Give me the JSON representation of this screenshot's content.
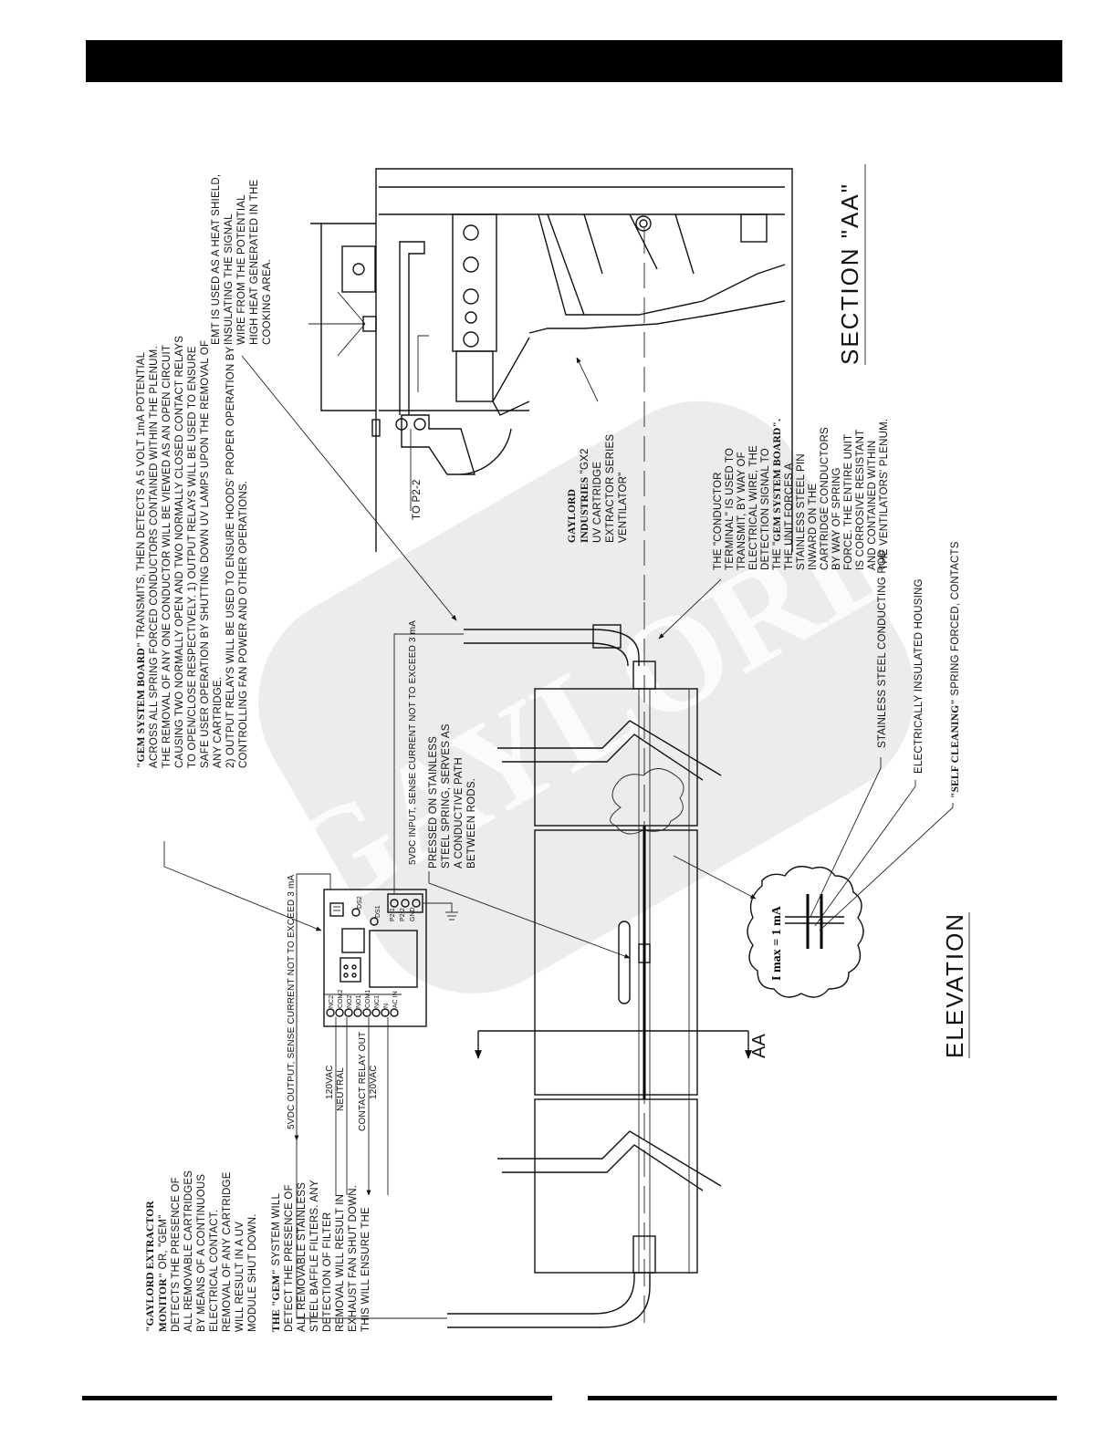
{
  "watermark": "GAYLORD",
  "views": {
    "elevation": "ELEVATION",
    "section": "SECTION \"AA\""
  },
  "section_marker": "AA",
  "top_note": {
    "lines": [
      [
        "\"GEM SYSTEM BOARD\"",
        " TRANSMITS, THEN DETECTS A 5 VOLT 1mA POTENTIAL"
      ],
      [
        "",
        "ACROSS ALL SPRING FORCED CONDUCTORS CONTAINED WITHIN THE PLENUM."
      ],
      [
        "",
        "THE REMOVAL OF ANY ONE CONDUCTOR WILL BE VIEWED AS AN OPEN CIRCUIT"
      ],
      [
        "",
        "CAUSING TWO NORMALLY OPEN AND TWO NORMALLY CLOSED CONTACT RELAYS"
      ],
      [
        "",
        "TO OPEN/CLOSE RESPECTIVELY.  1) OUTPUT RELAYS WILL BE USED TO ENSURE"
      ],
      [
        "",
        "SAFE USER OPERATION BY SHUTTING DOWN UV LAMPS UPON THE REMOVAL OF"
      ],
      [
        "",
        "ANY CARTRIDGE."
      ],
      [
        "",
        "2)  OUTPUT RELAYS WILL BE USED TO ENSURE HOODS' PROPER OPERATION BY"
      ],
      [
        "",
        "CONTROLLING FAN POWER AND OTHER OPERATIONS."
      ]
    ]
  },
  "emt_note": [
    "EMT IS USED AS A HEAT SHIELD,",
    "INSULATING THE SIGNAL",
    "WIRE FROM THE POTENTIAL",
    "HIGH HEAT GENERATED IN THE",
    "COOKING AREA."
  ],
  "to_p22": "TO P2-2",
  "gaylord_label": [
    [
      "GAYLORD",
      ""
    ],
    [
      "INDUSTRIES",
      " \"GX2"
    ],
    [
      "",
      "UV CARTRIDGE"
    ],
    [
      "",
      "EXTRACTOR SERIES"
    ],
    [
      "",
      "VENTILATOR\""
    ]
  ],
  "conductor_note": [
    [
      "",
      "THE \"CONDUCTOR"
    ],
    [
      "",
      "TERMINAL\" IS USED TO"
    ],
    [
      "",
      "TRANSMIT, BY WAY OF"
    ],
    [
      "",
      "ELECTRICAL WIRE, THE"
    ],
    [
      "",
      "DETECTION SIGNAL TO"
    ],
    [
      "THE \"",
      "GEM SYSTEM BOARD\"."
    ],
    [
      "",
      "THE UNIT FORCES A"
    ],
    [
      "",
      "STAINLESS STEEL PIN"
    ],
    [
      "",
      "INWARD ON THE"
    ],
    [
      "",
      "CARTRIDGE CONDUCTORS"
    ],
    [
      "",
      "BY WAY OF SPRING"
    ],
    [
      "",
      "FORCE.  THE ENTIRE UNIT"
    ],
    [
      "",
      "IS CORROSIVE RESISTANT"
    ],
    [
      "",
      "AND CONTAINED WITHIN"
    ],
    [
      "",
      "THE VENTILATORS' PLENUM."
    ]
  ],
  "callouts": {
    "rod": "STAINLESS STEEL CONDUCTING ROD",
    "housing": "ELECTRICALLY INSULATED HOUSING",
    "self_cleaning_bold": "\"SELF CLEANING\"",
    "self_cleaning_rest": " SPRING FORCED, CONTACTS",
    "input": "5VDC INPUT, SENSE CURRENT NOT TO EXCEED 3 mA",
    "output": "5VDC OUTPUT, SENSE CURRENT NOT TO EXCEED 3 mA",
    "pressed": [
      "PRESSED ON STAINLESS",
      "STEEL SPRING, SERVES AS",
      "A CONDUCTIVE PATH",
      "BETWEEN RODS."
    ],
    "detail": "I max = 1 mA"
  },
  "wires": {
    "vac1": "120VAC",
    "neutral": "NEUTRAL",
    "relay": "CONTACT RELAY OUT",
    "vac2": "120VAC"
  },
  "board": {
    "left_terminals": [
      "NC2",
      "COM2",
      "NO2",
      "NO1",
      "COM1",
      "NC1",
      "N",
      "AC IN"
    ],
    "right_terminals": [
      "P2-1",
      "P2-2",
      "GND"
    ],
    "leds": [
      "DS2",
      "DS1"
    ]
  },
  "gem_note": {
    "para1": [
      [
        "\"GAYLORD EXTRACTOR",
        ""
      ],
      [
        "MONITOR\"",
        " OR, \"GEM\""
      ],
      [
        "",
        "DETECTS THE PRESENCE OF"
      ],
      [
        "",
        "ALL REMOVABLE CARTRIDGES"
      ],
      [
        "",
        "BY MEANS OF A CONTINUOUS"
      ],
      [
        "",
        "ELECTRICAL CONTACT."
      ],
      [
        "",
        "REMOVAL OF ANY CARTRIDGE"
      ],
      [
        "",
        "WILL RESULT IN A UV"
      ],
      [
        "",
        "MODULE SHUT DOWN."
      ]
    ],
    "para2": [
      [
        "THE \"GEM\"",
        " SYSTEM WILL"
      ],
      [
        "",
        "DETECT THE PRESENCE OF"
      ],
      [
        "",
        "ALL REMOVABLE STAINLESS"
      ],
      [
        "",
        "STEEL BAFFLE FILTERS.  ANY"
      ],
      [
        "",
        "DETECTION OF FILTER"
      ],
      [
        "",
        "REMOVAL WILL RESULT IN"
      ],
      [
        "",
        "EXHAUST FAN SHUT DOWN."
      ],
      [
        "",
        "THIS WILL ENSURE THE"
      ]
    ]
  }
}
